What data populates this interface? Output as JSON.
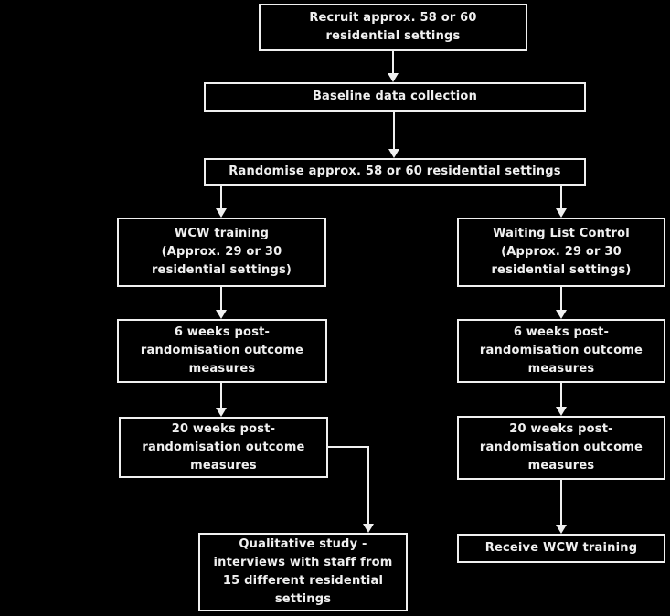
{
  "colors": {
    "background": "#000000",
    "ink": "#f0f0f0"
  },
  "diagram": {
    "type": "flowchart",
    "nodes": {
      "recruit": {
        "label": [
          "Recruit approx. 58 or 60",
          "residential settings"
        ]
      },
      "baseline": {
        "label": [
          "Baseline data collection"
        ]
      },
      "randomise": {
        "label": [
          "Randomise approx. 58 or 60 residential settings"
        ]
      },
      "wcw_training": {
        "label": [
          "WCW training",
          "(Approx. 29 or 30",
          "residential settings)"
        ]
      },
      "waiting_list_control": {
        "label": [
          "Waiting List Control",
          "(Approx. 29 or 30",
          "residential settings)"
        ]
      },
      "left_6_weeks": {
        "label": [
          "6 weeks post-",
          "randomisation outcome",
          "measures"
        ]
      },
      "right_6_weeks": {
        "label": [
          "6 weeks post-",
          "randomisation outcome",
          "measures"
        ]
      },
      "left_20_weeks": {
        "label": [
          "20 weeks post-",
          "randomisation outcome",
          "measures"
        ]
      },
      "right_20_weeks": {
        "label": [
          "20 weeks post-",
          "randomisation outcome",
          "measures"
        ]
      },
      "qualitative_study": {
        "label": [
          "Qualitative study -",
          "interviews with staff from",
          "15 different residential",
          "settings"
        ]
      },
      "receive_training": {
        "label": [
          "Receive WCW training"
        ]
      }
    }
  }
}
